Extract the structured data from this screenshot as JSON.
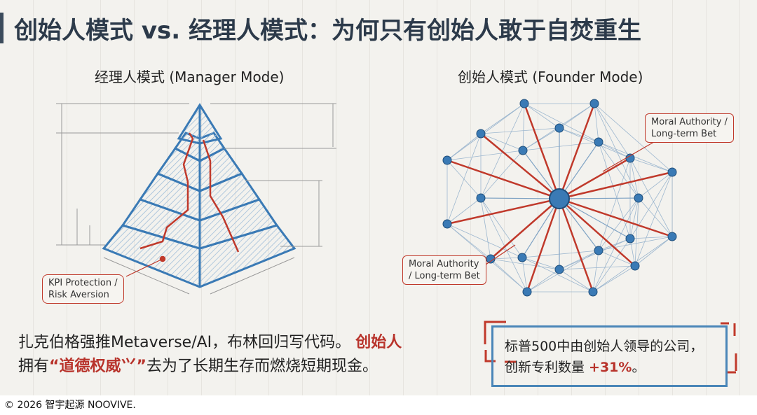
{
  "title": "创始人模式 vs. 经理人模式：为何只有创始人敢于自焚重生",
  "left_panel": {
    "heading": "经理人模式 (Manager Mode)",
    "callout": [
      "KPI Protection /",
      "Risk Aversion"
    ]
  },
  "right_panel": {
    "heading": "创始人模式 (Founder Mode)",
    "callout_top": [
      "Moral Authority /",
      "Long-term Bet"
    ],
    "callout_bottom": [
      "Moral Authority",
      "/ Long-term Bet"
    ]
  },
  "body": {
    "line1": "扎克伯格强推Metaverse/AI，布林回归写代码。",
    "line1_red": "创始人",
    "line2_a": "拥有",
    "line2_red": "“道德权威⺍”",
    "line2_b": "去为了长期生存而燃烧短期现金。"
  },
  "stat": {
    "line1": "标普500中由创始人领导的公司，",
    "line2": "创新专利数量 ",
    "value": "+31%",
    "suffix": "。"
  },
  "footer": "© 2026 智宇起源 NOOVIVE.",
  "colors": {
    "blue": "#3a7ab5",
    "red": "#c0392b",
    "title": "#2c3a4a"
  }
}
